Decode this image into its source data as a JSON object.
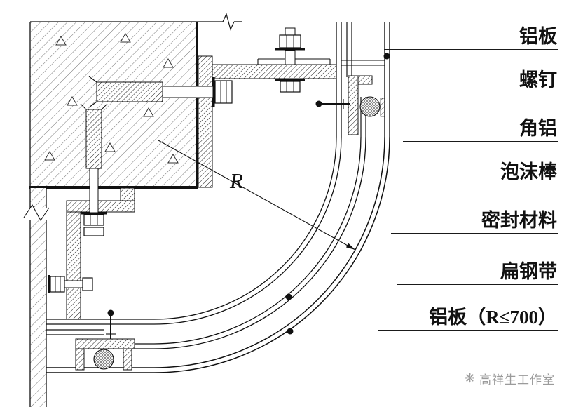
{
  "annotations": {
    "items": [
      {
        "label": "铝板"
      },
      {
        "label": "螺钉"
      },
      {
        "label": "角铝"
      },
      {
        "label": "泡沫棒"
      },
      {
        "label": "密封材料"
      },
      {
        "label": "扁钢带"
      },
      {
        "label": "铝板（R≤700）"
      }
    ]
  },
  "dimension": {
    "radius_label": "R"
  },
  "watermark": {
    "logo_glyph": "❋",
    "studio_name": "高祥生工作室"
  },
  "colors": {
    "line": "#111111",
    "watermark_gray": "#9b9b9b",
    "background": "#ffffff"
  }
}
